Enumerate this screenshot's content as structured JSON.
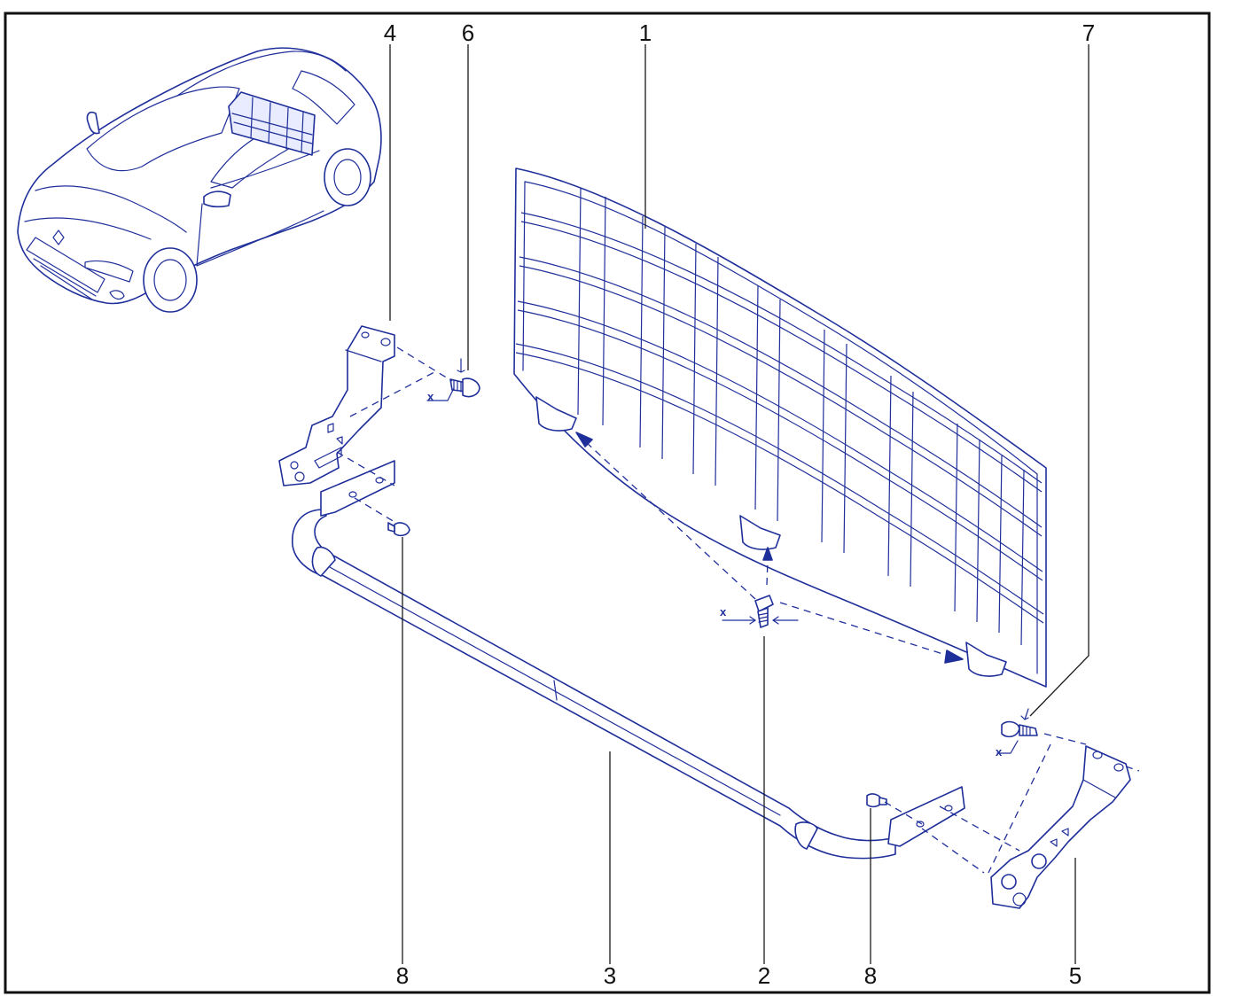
{
  "diagram": {
    "colors": {
      "ink": "#1f2f9a",
      "text": "#111111",
      "frame": "#111111"
    },
    "callouts": [
      {
        "id": "c1",
        "label": "1"
      },
      {
        "id": "c2",
        "label": "2"
      },
      {
        "id": "c3",
        "label": "3"
      },
      {
        "id": "c4",
        "label": "4"
      },
      {
        "id": "c5",
        "label": "5"
      },
      {
        "id": "c6",
        "label": "6"
      },
      {
        "id": "c7",
        "label": "7"
      },
      {
        "id": "c8a",
        "label": "8"
      },
      {
        "id": "c8b",
        "label": "8"
      }
    ],
    "torque_marks": [
      {
        "id": "x1",
        "label": "x"
      },
      {
        "id": "x2",
        "label": "x"
      },
      {
        "id": "x3",
        "label": "x"
      }
    ]
  }
}
